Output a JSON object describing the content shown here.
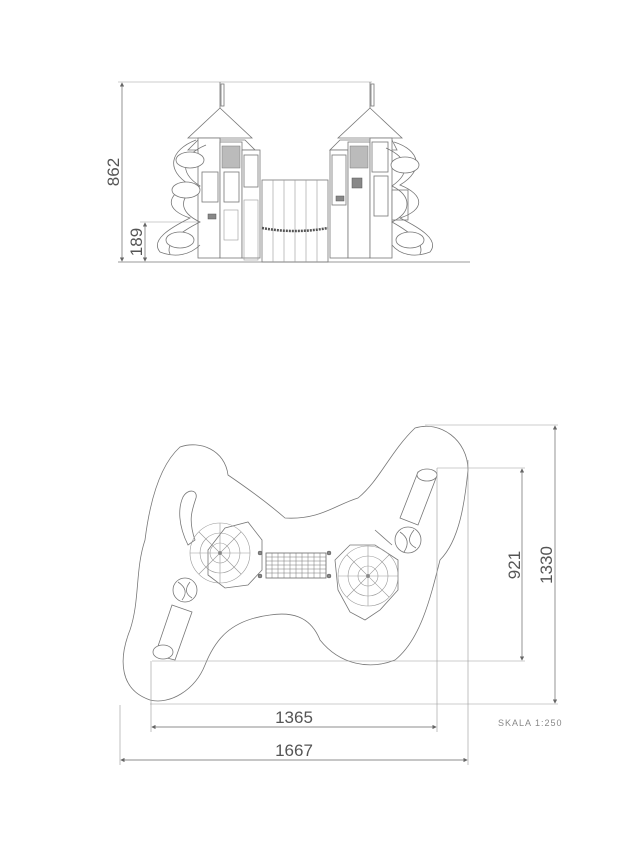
{
  "elevation": {
    "height_total": "862",
    "height_platform": "189"
  },
  "plan": {
    "depth_total": "1330",
    "depth_equipment": "921",
    "width_equipment": "1365",
    "width_total": "1667",
    "scale_label": "SKALA 1:250"
  },
  "colors": {
    "line": "#777777",
    "text": "#555555"
  }
}
